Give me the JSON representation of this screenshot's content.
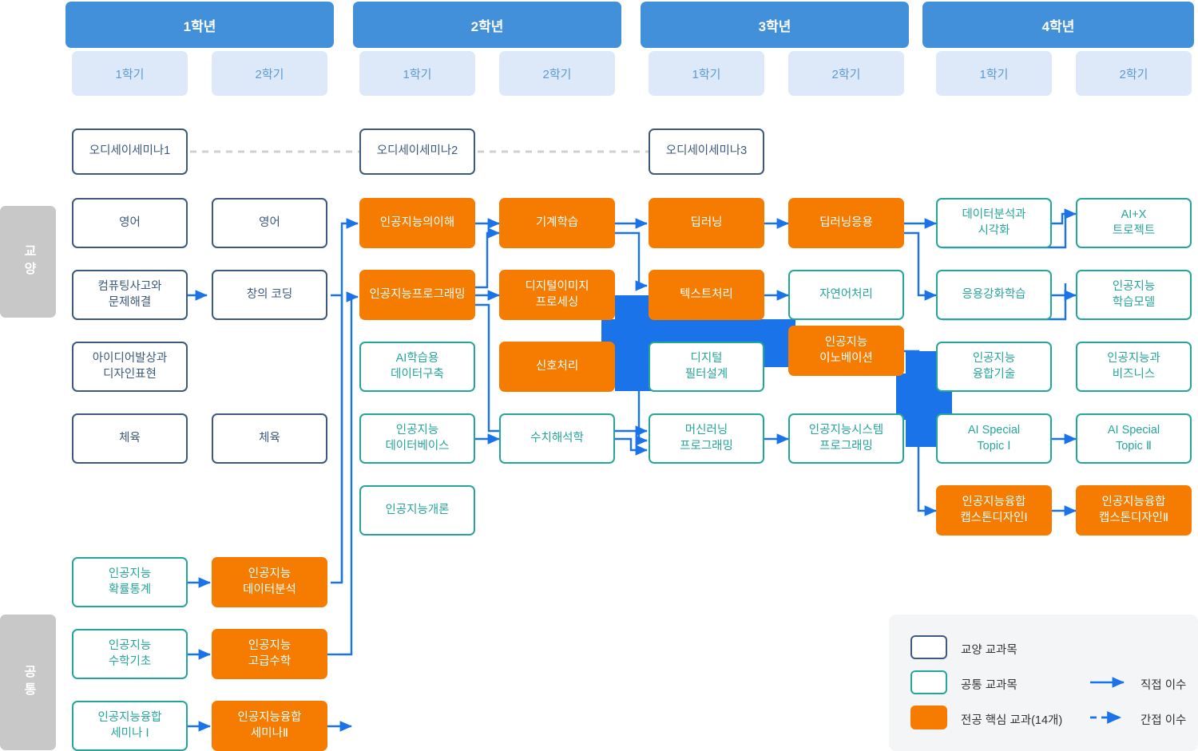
{
  "colors": {
    "year_header_bg": "#4290d9",
    "semester_header_bg": "#dde9f8",
    "semester_header_text": "#5b9bd5",
    "liberal_border": "#3d5a7d",
    "common_border": "#26a69a",
    "major_fill": "#f57c00",
    "arrow": "#1a73e8",
    "dashed_seminar": "#d0d0d0",
    "category_bg": "#c8c8c8",
    "legend_bg": "#f4f5f7"
  },
  "header": {
    "years": [
      {
        "label": "1학년",
        "semesters": [
          "1학기",
          "2학기"
        ]
      },
      {
        "label": "2학년",
        "semesters": [
          "1학기",
          "2학기"
        ]
      },
      {
        "label": "3학년",
        "semesters": [
          "1학기",
          "2학기"
        ]
      },
      {
        "label": "4학년",
        "semesters": [
          "1학기",
          "2학기"
        ]
      }
    ]
  },
  "categories": [
    {
      "id": "liberal",
      "label": "교양"
    },
    {
      "id": "common",
      "label": "공통"
    }
  ],
  "seminars": [
    {
      "label": "오디세이세미나1"
    },
    {
      "label": "오디세이세미나2"
    },
    {
      "label": "오디세이세미나3"
    }
  ],
  "courses": {
    "y1s1": [
      {
        "label": "영어",
        "type": "liberal"
      },
      {
        "label": "컴퓨팅사고와\n문제해결",
        "type": "liberal"
      },
      {
        "label": "아이디어발상과\n디자인표현",
        "type": "liberal"
      },
      {
        "label": "체육",
        "type": "liberal"
      }
    ],
    "y1s2": [
      {
        "label": "영어",
        "type": "liberal"
      },
      {
        "label": "창의 코딩",
        "type": "liberal"
      },
      {
        "label": "체육",
        "type": "liberal"
      }
    ],
    "y2s1": [
      {
        "label": "인공지능의이해",
        "type": "major"
      },
      {
        "label": "인공지능프로그래밍",
        "type": "major"
      },
      {
        "label": "AI학습용\n데이터구축",
        "type": "common"
      },
      {
        "label": "인공지능\n데이터베이스",
        "type": "common"
      },
      {
        "label": "인공지능개론",
        "type": "common"
      }
    ],
    "y2s2": [
      {
        "label": "기계학습",
        "type": "major"
      },
      {
        "label": "디지털이미지\n프로세싱",
        "type": "major"
      },
      {
        "label": "신호처리",
        "type": "major"
      },
      {
        "label": "수치해석학",
        "type": "common"
      }
    ],
    "y3s1": [
      {
        "label": "딥러닝",
        "type": "major"
      },
      {
        "label": "텍스트처리",
        "type": "major"
      },
      {
        "label": "디지털\n필터설계",
        "type": "common"
      },
      {
        "label": "머신러닝\n프로그래밍",
        "type": "common"
      }
    ],
    "y3s2": [
      {
        "label": "딥러닝응용",
        "type": "major"
      },
      {
        "label": "자연어처리",
        "type": "common"
      },
      {
        "label": "인공지능\n이노베이션",
        "type": "major"
      },
      {
        "label": "인공지능시스템\n프로그래밍",
        "type": "common"
      }
    ],
    "y4s1": [
      {
        "label": "데이터분석과\n시각화",
        "type": "common"
      },
      {
        "label": "응용강화학습",
        "type": "common"
      },
      {
        "label": "인공지능\n융합기술",
        "type": "common"
      },
      {
        "label": "AI Special\nTopic Ⅰ",
        "type": "common"
      },
      {
        "label": "인공지능융합\n캡스톤디자인Ⅰ",
        "type": "major"
      }
    ],
    "y4s2": [
      {
        "label": "AI+X\n트로젝트",
        "type": "common"
      },
      {
        "label": "인공지능\n학습모델",
        "type": "common"
      },
      {
        "label": "인공지능과\n비즈니스",
        "type": "common"
      },
      {
        "label": "AI Special\nTopic Ⅱ",
        "type": "common"
      },
      {
        "label": "인공지능융합\n캡스톤디자인Ⅱ",
        "type": "major"
      }
    ],
    "common_base_s1": [
      {
        "label": "인공지능\n확률통계",
        "type": "common"
      },
      {
        "label": "인공지능\n수학기초",
        "type": "common"
      },
      {
        "label": "인공지능융합\n세미나 Ⅰ",
        "type": "common"
      }
    ],
    "common_base_s2": [
      {
        "label": "인공지능\n데이터분석",
        "type": "major"
      },
      {
        "label": "인공지능\n고급수학",
        "type": "major"
      },
      {
        "label": "인공지능융합\n세미나Ⅱ",
        "type": "major"
      }
    ]
  },
  "legend": {
    "items": [
      {
        "key": "liberal",
        "label": "교양 교과목"
      },
      {
        "key": "common",
        "label": "공통 교과목"
      },
      {
        "key": "major",
        "label": "전공 핵심 교과(14개)"
      }
    ],
    "lines": [
      {
        "key": "direct",
        "label": "직접 이수"
      },
      {
        "key": "indirect",
        "label": "간접 이수"
      }
    ]
  }
}
